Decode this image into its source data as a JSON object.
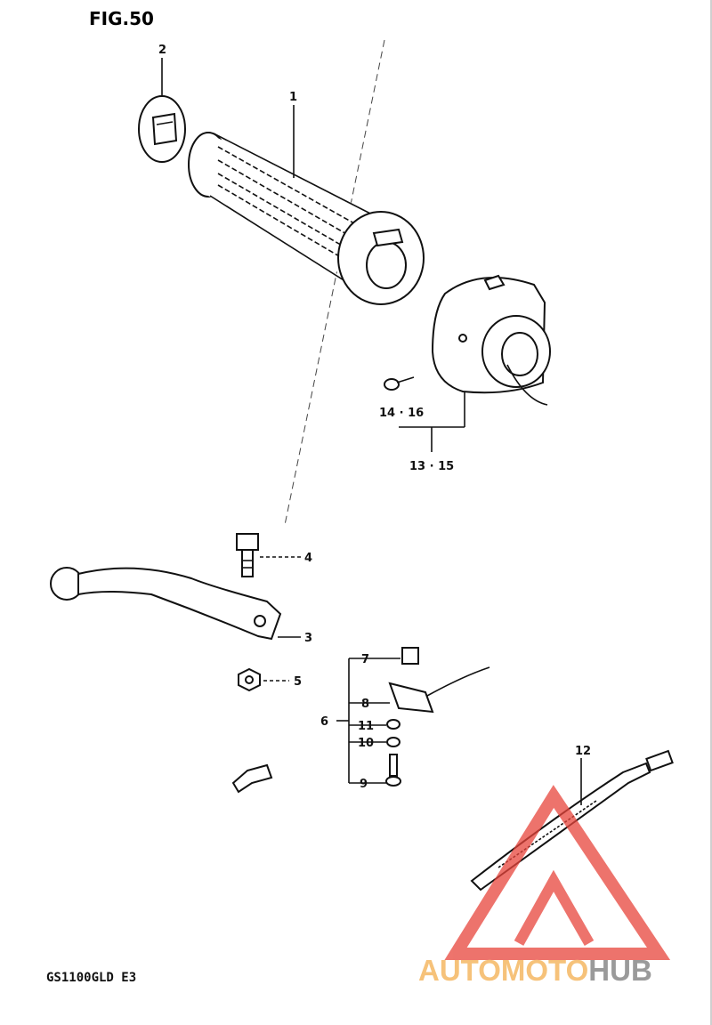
{
  "figure": {
    "title": "FIG.50",
    "model": "GS1100GLD E3"
  },
  "callouts": {
    "c1": "1",
    "c2": "2",
    "c3": "3",
    "c4": "4",
    "c5": "5",
    "c6": "6",
    "c7": "7",
    "c8": "8",
    "c9": "9",
    "c10": "10",
    "c11": "11",
    "c12": "12",
    "c14_16": "14 · 16",
    "c13_15": "13 · 15"
  },
  "watermark": {
    "part1": "AUTOMOTO",
    "part2": "HUB",
    "color_accent": "#f6c27a",
    "color_triangle": "#e8453c",
    "color_gray": "#9a9a9a"
  }
}
